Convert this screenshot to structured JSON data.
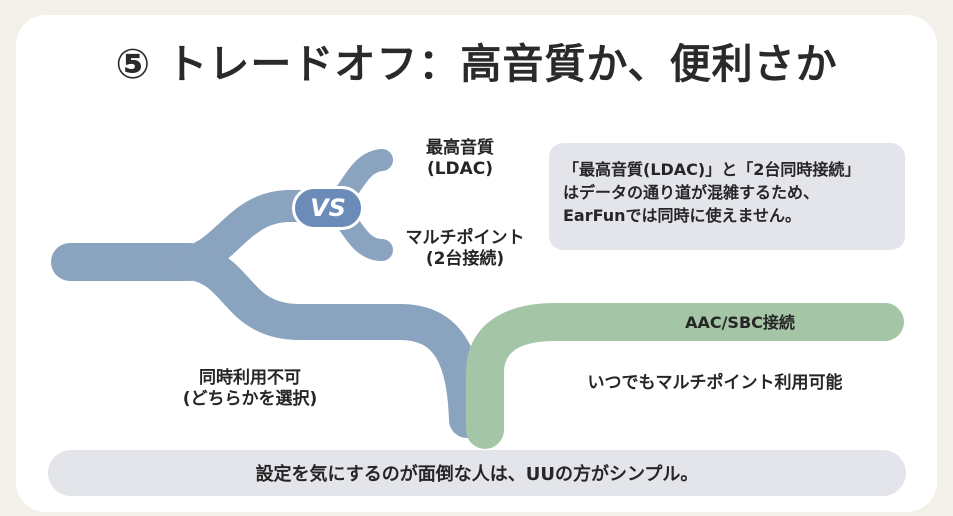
{
  "title": "⑤ トレードオフ：高音質か、便利さか",
  "colors": {
    "background": "#f3f0ea",
    "card": "#ffffff",
    "blue_branch": "#8aa3bf",
    "green_branch": "#a5c5a7",
    "vs_badge": "#6b8cb8",
    "note_box": "#e3e5ea",
    "text": "#262626"
  },
  "diagram": {
    "vs_label": "VS",
    "option_ldac": [
      "最高音質",
      "(LDAC)"
    ],
    "option_multipoint": [
      "マルチポイント",
      "(2台接続)"
    ],
    "blue_outcome": [
      "同時利用不可",
      "(どちらかを選択)"
    ],
    "green_branch_label": "AAC/SBC接続",
    "green_outcome": "いつでもマルチポイント利用可能"
  },
  "note": {
    "lines": [
      "「最高音質(LDAC)」と「2台同時接続」",
      "はデータの通り道が混雑するため、",
      "EarFunでは同時に使えません。"
    ]
  },
  "footer": "設定を気にするのが面倒な人は、UUの方がシンプル。"
}
